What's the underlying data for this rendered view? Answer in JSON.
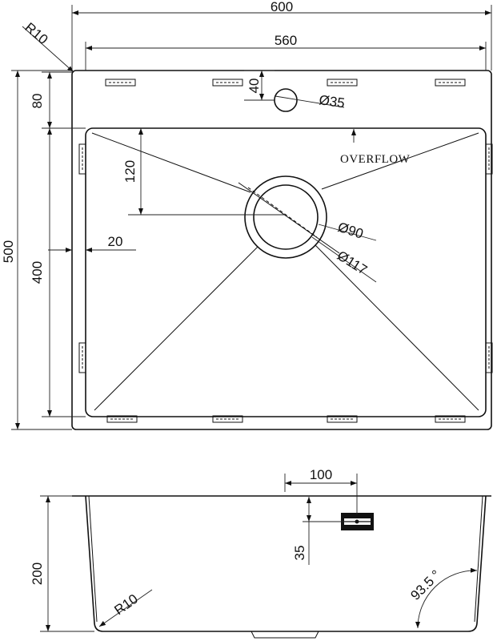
{
  "top_view": {
    "overall_width": "600",
    "inner_width": "560",
    "corner_radius": "R10",
    "overall_depth": "500",
    "bowl_depth": "400",
    "edge_offset": "80",
    "tap_hole_offset": "40",
    "tap_hole_dia": "Ø35",
    "drain_offset": "120",
    "side_offset": "20",
    "drain_inner_dia": "Ø90",
    "drain_outer_dia": "Ø117",
    "overflow_label": "OVERFLOW"
  },
  "side_view": {
    "overflow_position": "100",
    "overflow_height": "35",
    "bowl_height": "200",
    "bottom_radius": "R10",
    "wall_angle": "93.5 °"
  }
}
